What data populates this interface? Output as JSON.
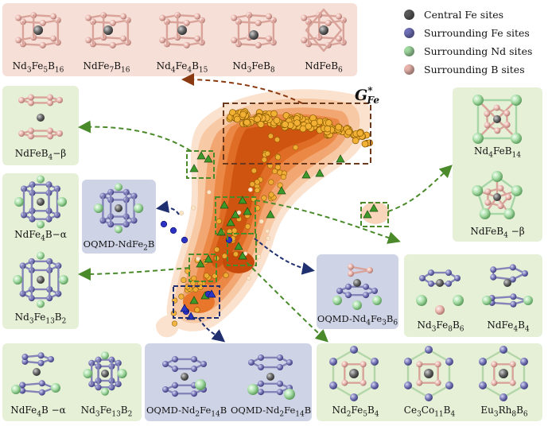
{
  "title": "G*Fe",
  "title_main": "G",
  "title_sup": "*",
  "title_sub": "Fe",
  "legend": [
    {
      "label": "Central Fe sites",
      "color": "#5a5a5a"
    },
    {
      "label": "Surrounding Fe sites",
      "color": "#6f6fb0"
    },
    {
      "label": "Surrounding Nd sites",
      "color": "#9fd89f"
    },
    {
      "label": "Surrounding B sites",
      "color": "#e8b4ac"
    }
  ],
  "top_panel": [
    "Nd3Fe5B16",
    "NdFe7B16",
    "Nd4Fe4B15",
    "Nd3FeB8",
    "NdFeB6"
  ],
  "left_panels": {
    "ndfeb4_beta": "NdFeB4−β",
    "ndfe4b_alpha": "NdFe4B−α",
    "nd3fe13b2": "Nd3Fe13B2",
    "oqmd_ndfe2b": "OQMD-NdFe2B"
  },
  "right_panels": {
    "nd4feb14": "Nd4FeB14",
    "ndfeb4_beta": "NdFeB4 −β",
    "oqmd_nd4fe3b6": "OQMD-Nd4Fe3B6",
    "nd3fe8b6": "Nd3Fe8B6",
    "ndfe4b4": "NdFe4B4"
  },
  "bottom_panels": {
    "ndfe4b_alpha": "NdFe4B −α",
    "nd3fe13b2": "Nd3Fe13B2",
    "oqmd_nd2fe14b_1": "OQMD-Nd2Fe14B",
    "oqmd_nd2fe14b_2": "OQMD-Nd2Fe14B",
    "nd2fe5b4": "Nd2Fe5B4",
    "ce3co11b4": "Ce3Co11B4",
    "eu3rh8b6": "Eu3Rh8B6"
  },
  "colors": {
    "central_fe": "#5a5a5a",
    "surround_fe": "#6f6fb0",
    "surround_nd": "#9fd89f",
    "surround_b": "#e8b4ac",
    "arrow_green": "#4a8a2a",
    "arrow_brown": "#8a3a10",
    "arrow_navy": "#1f2f6f"
  }
}
